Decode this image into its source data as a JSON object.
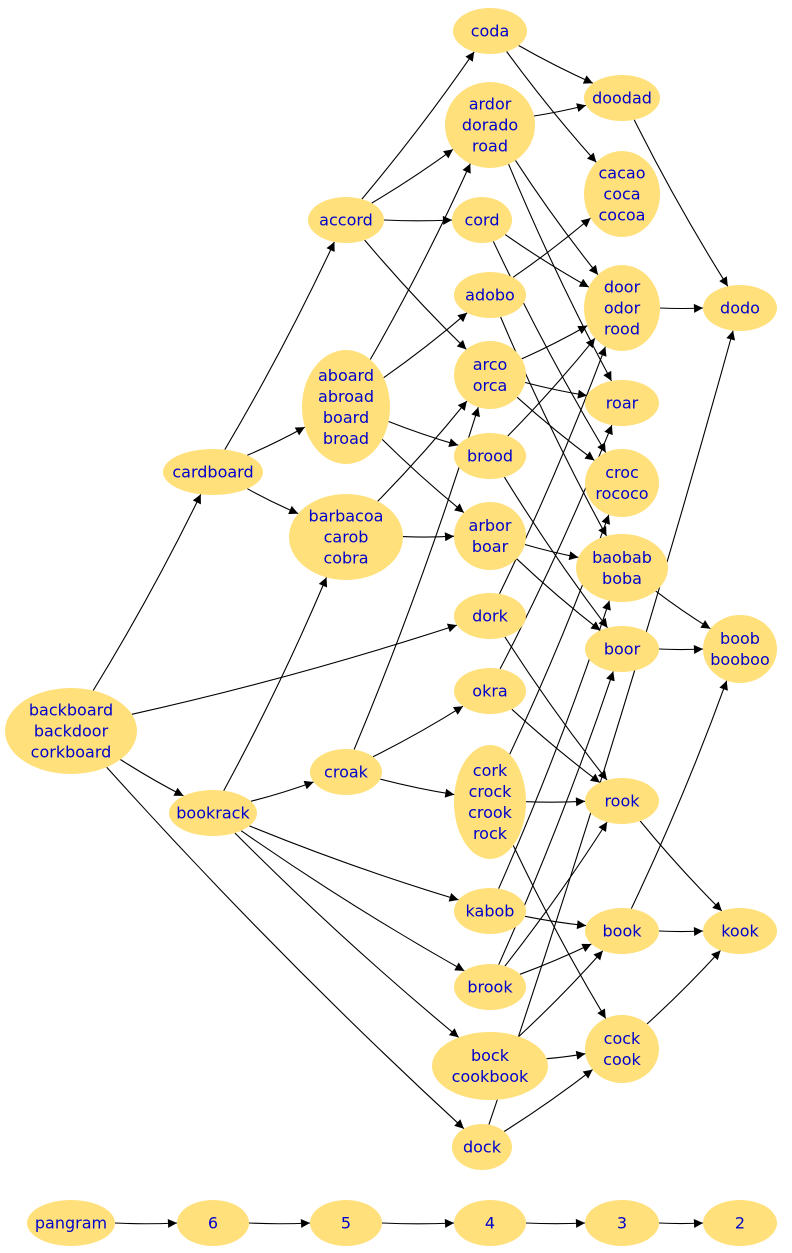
{
  "diagram": {
    "nodes": [
      {
        "id": "coda",
        "lines": [
          "coda"
        ]
      },
      {
        "id": "doodad",
        "lines": [
          "doodad"
        ]
      },
      {
        "id": "ardor",
        "lines": [
          "ardor",
          "dorado",
          "road"
        ]
      },
      {
        "id": "cacao",
        "lines": [
          "cacao",
          "coca",
          "cocoa"
        ]
      },
      {
        "id": "accord",
        "lines": [
          "accord"
        ]
      },
      {
        "id": "cord",
        "lines": [
          "cord"
        ]
      },
      {
        "id": "door",
        "lines": [
          "door",
          "odor",
          "rood"
        ]
      },
      {
        "id": "dodo",
        "lines": [
          "dodo"
        ]
      },
      {
        "id": "adobo",
        "lines": [
          "adobo"
        ]
      },
      {
        "id": "aboard",
        "lines": [
          "aboard",
          "abroad",
          "board",
          "broad"
        ]
      },
      {
        "id": "arco",
        "lines": [
          "arco",
          "orca"
        ]
      },
      {
        "id": "roar",
        "lines": [
          "roar"
        ]
      },
      {
        "id": "brood",
        "lines": [
          "brood"
        ]
      },
      {
        "id": "croc",
        "lines": [
          "croc",
          "rococo"
        ]
      },
      {
        "id": "cardboard",
        "lines": [
          "cardboard"
        ]
      },
      {
        "id": "barbacoa",
        "lines": [
          "barbacoa",
          "carob",
          "cobra"
        ]
      },
      {
        "id": "arbor",
        "lines": [
          "arbor",
          "boar"
        ]
      },
      {
        "id": "baobab",
        "lines": [
          "baobab",
          "boba"
        ]
      },
      {
        "id": "dork",
        "lines": [
          "dork"
        ]
      },
      {
        "id": "boor",
        "lines": [
          "boor"
        ]
      },
      {
        "id": "boob",
        "lines": [
          "boob",
          "booboo"
        ]
      },
      {
        "id": "okra",
        "lines": [
          "okra"
        ]
      },
      {
        "id": "backboard",
        "lines": [
          "backboard",
          "backdoor",
          "corkboard"
        ]
      },
      {
        "id": "croak",
        "lines": [
          "croak"
        ]
      },
      {
        "id": "cork",
        "lines": [
          "cork",
          "crock",
          "crook",
          "rock"
        ]
      },
      {
        "id": "rook",
        "lines": [
          "rook"
        ]
      },
      {
        "id": "bookrack",
        "lines": [
          "bookrack"
        ]
      },
      {
        "id": "kabob",
        "lines": [
          "kabob"
        ]
      },
      {
        "id": "book",
        "lines": [
          "book"
        ]
      },
      {
        "id": "kook",
        "lines": [
          "kook"
        ]
      },
      {
        "id": "brook",
        "lines": [
          "brook"
        ]
      },
      {
        "id": "cock",
        "lines": [
          "cock",
          "cook"
        ]
      },
      {
        "id": "bock",
        "lines": [
          "bock",
          "cookbook"
        ]
      },
      {
        "id": "dock",
        "lines": [
          "dock"
        ]
      },
      {
        "id": "pangram",
        "lines": [
          "pangram"
        ]
      },
      {
        "id": "l6",
        "lines": [
          "6"
        ]
      },
      {
        "id": "l5",
        "lines": [
          "5"
        ]
      },
      {
        "id": "l4",
        "lines": [
          "4"
        ]
      },
      {
        "id": "l3",
        "lines": [
          "3"
        ]
      },
      {
        "id": "l2",
        "lines": [
          "2"
        ]
      }
    ],
    "edges": [
      [
        "backboard",
        "cardboard"
      ],
      [
        "backboard",
        "dork"
      ],
      [
        "backboard",
        "bookrack"
      ],
      [
        "backboard",
        "dock"
      ],
      [
        "cardboard",
        "accord"
      ],
      [
        "cardboard",
        "aboard"
      ],
      [
        "cardboard",
        "barbacoa"
      ],
      [
        "bookrack",
        "barbacoa"
      ],
      [
        "bookrack",
        "croak"
      ],
      [
        "bookrack",
        "kabob"
      ],
      [
        "bookrack",
        "brook"
      ],
      [
        "bookrack",
        "bock"
      ],
      [
        "accord",
        "coda"
      ],
      [
        "accord",
        "ardor"
      ],
      [
        "accord",
        "cord"
      ],
      [
        "accord",
        "arco"
      ],
      [
        "aboard",
        "ardor"
      ],
      [
        "aboard",
        "adobo"
      ],
      [
        "aboard",
        "brood"
      ],
      [
        "aboard",
        "arbor"
      ],
      [
        "barbacoa",
        "arco"
      ],
      [
        "barbacoa",
        "arbor"
      ],
      [
        "croak",
        "arco"
      ],
      [
        "croak",
        "okra"
      ],
      [
        "croak",
        "cork"
      ],
      [
        "coda",
        "doodad"
      ],
      [
        "coda",
        "cacao"
      ],
      [
        "ardor",
        "doodad"
      ],
      [
        "ardor",
        "door"
      ],
      [
        "ardor",
        "roar"
      ],
      [
        "cord",
        "door"
      ],
      [
        "cord",
        "croc"
      ],
      [
        "adobo",
        "cacao"
      ],
      [
        "adobo",
        "baobab"
      ],
      [
        "arco",
        "door"
      ],
      [
        "arco",
        "roar"
      ],
      [
        "arco",
        "croc"
      ],
      [
        "brood",
        "door"
      ],
      [
        "brood",
        "boor"
      ],
      [
        "arbor",
        "baobab"
      ],
      [
        "arbor",
        "boor"
      ],
      [
        "dork",
        "door"
      ],
      [
        "dork",
        "rook"
      ],
      [
        "okra",
        "roar"
      ],
      [
        "okra",
        "rook"
      ],
      [
        "cork",
        "croc"
      ],
      [
        "cork",
        "rook"
      ],
      [
        "cork",
        "cock"
      ],
      [
        "kabob",
        "baobab"
      ],
      [
        "kabob",
        "book"
      ],
      [
        "brook",
        "boor"
      ],
      [
        "brook",
        "rook"
      ],
      [
        "brook",
        "book"
      ],
      [
        "bock",
        "book"
      ],
      [
        "bock",
        "cock"
      ],
      [
        "dock",
        "cock"
      ],
      [
        "dock",
        "dodo"
      ],
      [
        "doodad",
        "dodo"
      ],
      [
        "door",
        "dodo"
      ],
      [
        "baobab",
        "boob"
      ],
      [
        "boor",
        "boob"
      ],
      [
        "book",
        "boob"
      ],
      [
        "rook",
        "kook"
      ],
      [
        "book",
        "kook"
      ],
      [
        "cock",
        "kook"
      ],
      [
        "pangram",
        "l6"
      ],
      [
        "l6",
        "l5"
      ],
      [
        "l5",
        "l4"
      ],
      [
        "l4",
        "l3"
      ],
      [
        "l3",
        "l2"
      ]
    ]
  }
}
